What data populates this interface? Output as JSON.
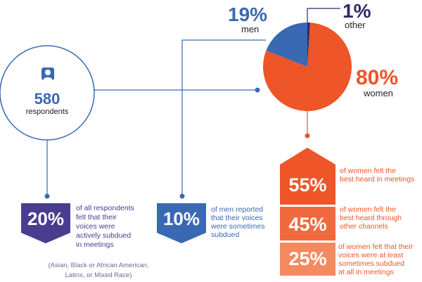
{
  "chart_data": {
    "type": "pie",
    "categories": [
      "women",
      "men",
      "other"
    ],
    "values": [
      80,
      19,
      1
    ],
    "labels": [
      "80%",
      "19%",
      "1%"
    ],
    "colors": {
      "women": "#ee5528",
      "men": "#3a69b3",
      "other": "#2e2a6a"
    }
  },
  "respondents": {
    "count": "580",
    "label": "respondents"
  },
  "pie_labels": {
    "women": {
      "pct": "80%",
      "name": "women"
    },
    "men": {
      "pct": "19%",
      "name": "men"
    },
    "other": {
      "pct": "1%",
      "name": "other"
    }
  },
  "women_stats": [
    {
      "pct": "55%",
      "text": [
        "of women felt the",
        "best heard in meetings"
      ]
    },
    {
      "pct": "45%",
      "text": [
        "of women felt the",
        "best heard through",
        "other channels"
      ]
    },
    {
      "pct": "25%",
      "text": [
        "of women felt that their",
        "voices were at least",
        "sometimes subdued",
        "at all in meetings"
      ]
    }
  ],
  "all_stat": {
    "pct": "20%",
    "text": [
      "of all respondents",
      "felt that their",
      "voices were",
      "actively subdued",
      "in meetings"
    ]
  },
  "men_stat": {
    "pct": "10%",
    "text": [
      "of men reported",
      "that their voices",
      "were sometimes",
      "subdued"
    ]
  },
  "footnote": [
    "(Asian, Black or African American,",
    "Latinx, or Mixed Race)"
  ],
  "colors": {
    "orange": "#ee5528",
    "orange_mid": "#f06a3e",
    "orange_light": "#f38a60",
    "blue": "#3a69b3",
    "navy": "#2e2a6a",
    "purple": "#4a3d8f",
    "line": "#3a69b3"
  }
}
